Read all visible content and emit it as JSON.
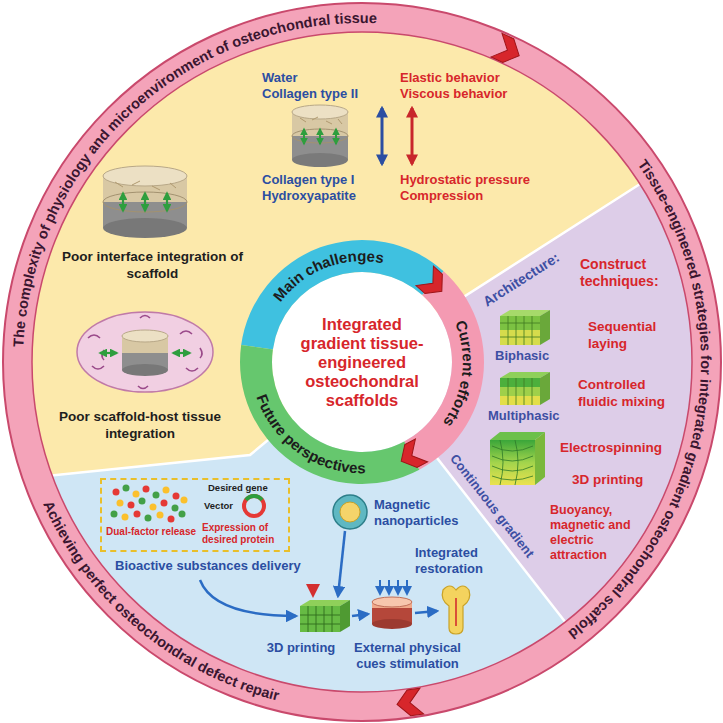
{
  "diagram": {
    "nodes": [
      {
        "text": [
          "Integrated gradient tissue-engineered osteochondral scaffolds"
        ]
      },
      {
        "text": [
          "Main challenges"
        ]
      },
      {
        "text": [
          "Current efforts"
        ]
      },
      {
        "text": [
          "Future perspectives"
        ]
      },
      {
        "text": [
          "Dual-factor release",
          "Desired gene",
          "Vector",
          "Expression of desired protein"
        ]
      }
    ],
    "labels": [
      "The complexity of physiology and microenvironment of osteochondral tissue",
      "Tissue-engineered strategies for integrated gradient osteochondral scaffold",
      "Achieving perfect osteochondral defect repair",
      "Water",
      "Collagen type II",
      "Collagen type I",
      "Hydroxyapatite",
      "Elastic behavior",
      "Viscous behavior",
      "Hydrostatic pressure",
      "Compression",
      "Poor interface integration of scaffold",
      "Poor scaffold-host tissue integration",
      "Architecture:",
      "Biphasic",
      "Multiphasic",
      "Continuous gradient",
      "Construct techniques:",
      "Sequential laying",
      "Controlled fluidic mixing",
      "Electrospinning",
      "3D printing",
      "Buoyancy, magnetic and electric attraction",
      "Bioactive substances delivery",
      "Magnetic nanoparticles",
      "3D printing",
      "External physical cues stimulation",
      "Integrated restoration"
    ]
  }
}
